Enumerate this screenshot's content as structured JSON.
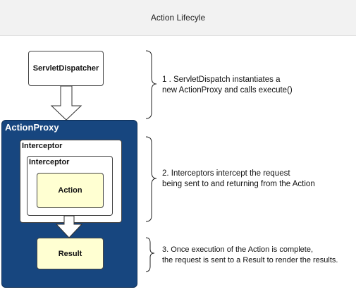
{
  "header": {
    "title": "Action Lifecyle"
  },
  "diagram": {
    "servlet_dispatcher": "ServletDispatcher",
    "action_proxy": "ActionProxy",
    "interceptor_outer": "Interceptor",
    "interceptor_inner": "Interceptor",
    "action": "Action",
    "result": "Result"
  },
  "annotations": {
    "step1": "1 . ServletDispatch instantiates a\nnew ActionProxy and calls execute()",
    "step2": "2. Interceptors intercept the request\nbeing sent to and returning from the Action",
    "step3": "3. Once execution of the Action is complete,\nthe request is sent to a Result to render the results."
  },
  "colors": {
    "action_proxy_fill": "#17467f",
    "action_fill": "#ffffd2",
    "box_fill": "#ffffff"
  }
}
